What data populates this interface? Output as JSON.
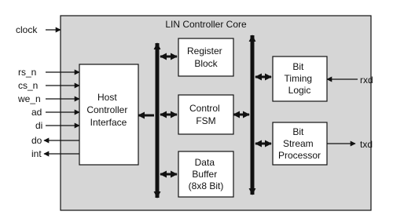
{
  "title": "LIN Controller Core",
  "colors": {
    "core_fill": "#d6d6d6",
    "block_fill": "#ffffff",
    "line": "#111111"
  },
  "signals": {
    "clock": "clock",
    "rs_n": "rs_n",
    "cs_n": "cs_n",
    "we_n": "we_n",
    "ad": "ad",
    "di": "di",
    "do": "do",
    "int": "int",
    "rxd": "rxd",
    "txd": "txd"
  },
  "blocks": {
    "host": [
      "Host",
      "Controller",
      "Interface"
    ],
    "register": [
      "Register",
      "Block"
    ],
    "control": [
      "Control",
      "FSM"
    ],
    "buffer": [
      "Data",
      "Buffer",
      "(8x8 Bit)"
    ],
    "timing": [
      "Bit",
      "Timing",
      "Logic"
    ],
    "stream": [
      "Bit",
      "Stream",
      "Processor"
    ]
  }
}
